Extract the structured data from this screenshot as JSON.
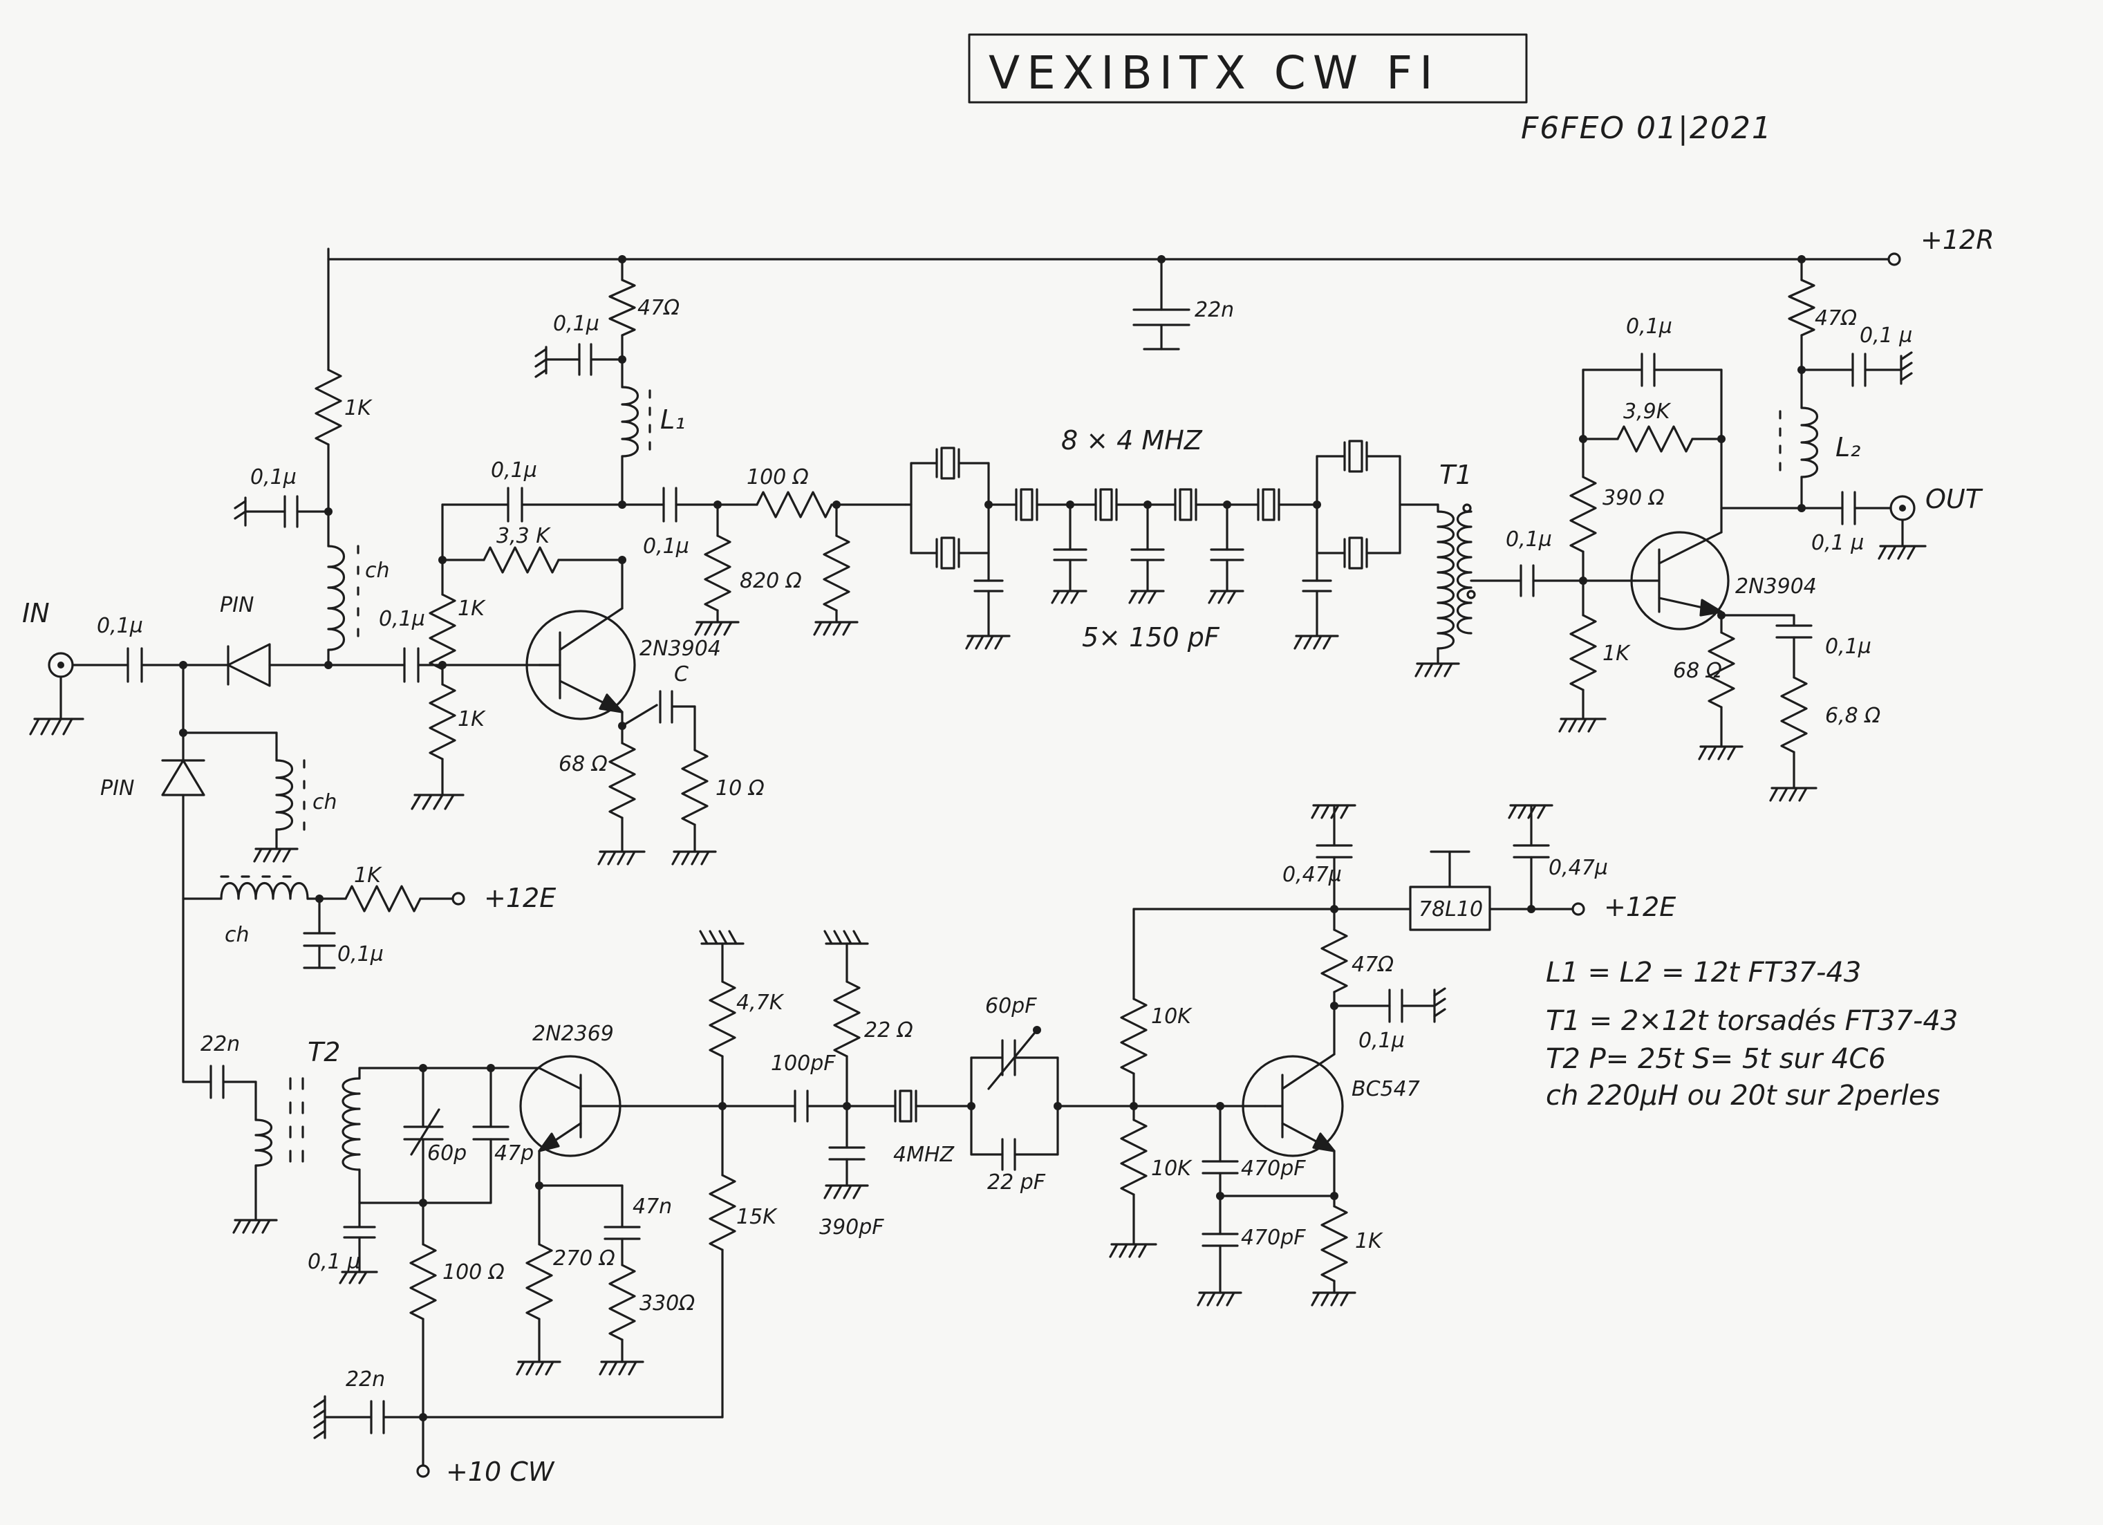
{
  "title": "VEXIBITX CW FI",
  "author": "F6FEO 01|2021",
  "rails": {
    "plus12r": "+12R",
    "plus12e": "+12E",
    "plus12e_2": "+12E",
    "plus10cw": "+10 CW"
  },
  "ports": {
    "input": "IN",
    "output": "OUT"
  },
  "components": {
    "c_in": "0,1µ",
    "pin1": "PIN",
    "pin2": "PIN",
    "r_1k_top": "1K",
    "c_01u_1k": "0,1µ",
    "ch1": "ch",
    "ch2": "ch",
    "ch3": "ch",
    "c_01u_base": "0,1µ",
    "r_1k_bias_top": "1K",
    "r_1k_bias_bot": "1K",
    "c_01u_fb": "0,1µ",
    "r_33k": "3,3 K",
    "r_47_l1": "47Ω",
    "c_01u_l1": "0,1µ",
    "l1": "L₁",
    "q1": "2N3904",
    "c_c": "C",
    "r_68_q1": "68 Ω",
    "r_10_q1": "10 Ω",
    "c_out_q1": "0,1µ",
    "r_100": "100 Ω",
    "r_820": "820 Ω",
    "c_22n_rail": "22n",
    "xtal_label": "8 × 4 MHZ",
    "caps_label": "5× 150 pF",
    "t1": "T1",
    "c_01u_t1": "0,1µ",
    "c_01u_q2fb": "0,1µ",
    "r_39k": "3,9K",
    "r_390": "390 Ω",
    "r_1k_q2": "1K",
    "q2": "2N3904",
    "r_68_q2": "68 Ω",
    "c_01u_q2e": "0,1µ",
    "r_68_low": "6,8 Ω",
    "r_47_l2": "47Ω",
    "c_01u_l2": "0,1 µ",
    "l2": "L₂",
    "c_01u_out": "0,1 µ",
    "r_1k_12e": "1K",
    "c_01u_12e": "0,1µ",
    "c_22n_t2": "22n",
    "t2": "T2",
    "q3": "2N2369",
    "c_60p": "60p",
    "c_47p": "47p",
    "c_01u_t2": "0,1 µ",
    "r_100_t2": "100 Ω",
    "r_270": "270 Ω",
    "c_47n": "47n",
    "r_330": "330Ω",
    "c_22n_cw": "22n",
    "r_47k": "4,7K",
    "r_15k": "15K",
    "r_22": "22 Ω",
    "c_100p": "100pF",
    "c_390p": "390pF",
    "xtal_4m": "4MHZ",
    "c_60p_trim": "60pF",
    "c_22p": "22 pF",
    "r_10k_top": "10K",
    "r_10k_bot": "10K",
    "c_470p_1": "470pF",
    "c_470p_2": "470pF",
    "q4": "BC547",
    "r_47_q4": "47Ω",
    "c_01u_q4": "0,1µ",
    "r_1k_q4": "1K",
    "c_047_1": "0,47µ",
    "c_047_2": "0,47µ",
    "regulator": "78L10"
  },
  "notes": [
    "L1 = L2 = 12t      FT37-43",
    "T1 = 2×12t torsadés FT37-43",
    "T2   P= 25t   S= 5t  sur 4C6",
    "ch  220µH  ou 20t sur 2perles"
  ]
}
